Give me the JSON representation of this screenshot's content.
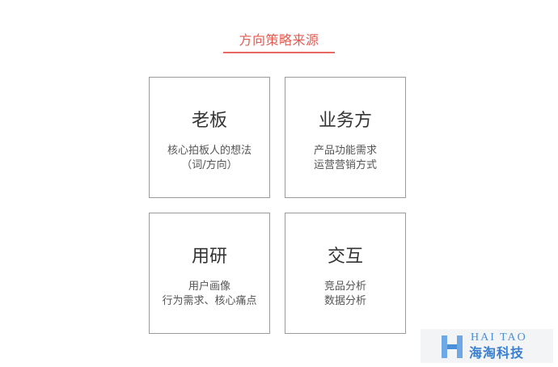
{
  "header": {
    "title": "方向策略来源"
  },
  "cards": [
    {
      "title": "老板",
      "lines": [
        "核心拍板人的想法",
        "（词/方向）"
      ]
    },
    {
      "title": "业务方",
      "lines": [
        "产品功能需求",
        "运营营销方式"
      ]
    },
    {
      "title": "用研",
      "lines": [
        "用户画像",
        "行为需求、核心痛点"
      ]
    },
    {
      "title": "交互",
      "lines": [
        "竞品分析",
        "数据分析"
      ]
    }
  ],
  "watermark": {
    "en": "HAI TAO",
    "cn": "海淘科技",
    "icon": "h-logo-icon",
    "color": "#4a90d9"
  },
  "colors": {
    "accent": "#e65a50",
    "card_border": "#9a9a9a"
  }
}
